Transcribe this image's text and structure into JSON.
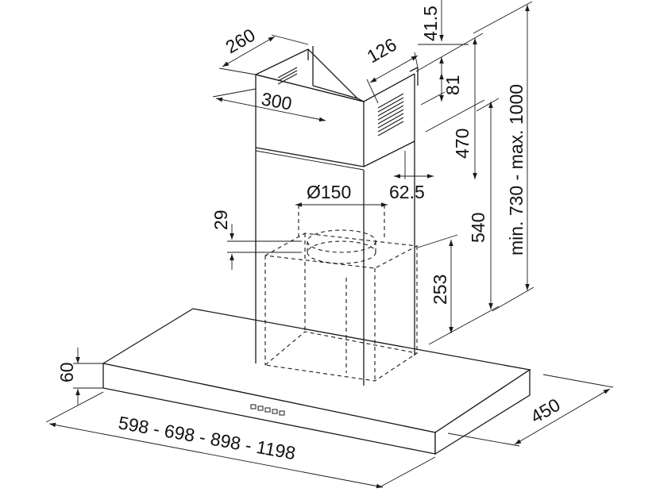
{
  "dimensions": {
    "chimney_depth": "260",
    "chimney_width": "300",
    "vent_width": "126",
    "top_offset": "41.5",
    "vent_height": "81",
    "chimney_height": "470",
    "side_offset": "62.5",
    "duct_diameter": "Ø150",
    "outlet_height": "29",
    "total_height_range": "min. 730 - max. 1000",
    "inner_height": "540",
    "motor_height": "253",
    "canopy_thickness": "60",
    "canopy_width_options": "598 - 698 - 898 - 1198",
    "canopy_depth": "450"
  },
  "control_buttons": 5
}
